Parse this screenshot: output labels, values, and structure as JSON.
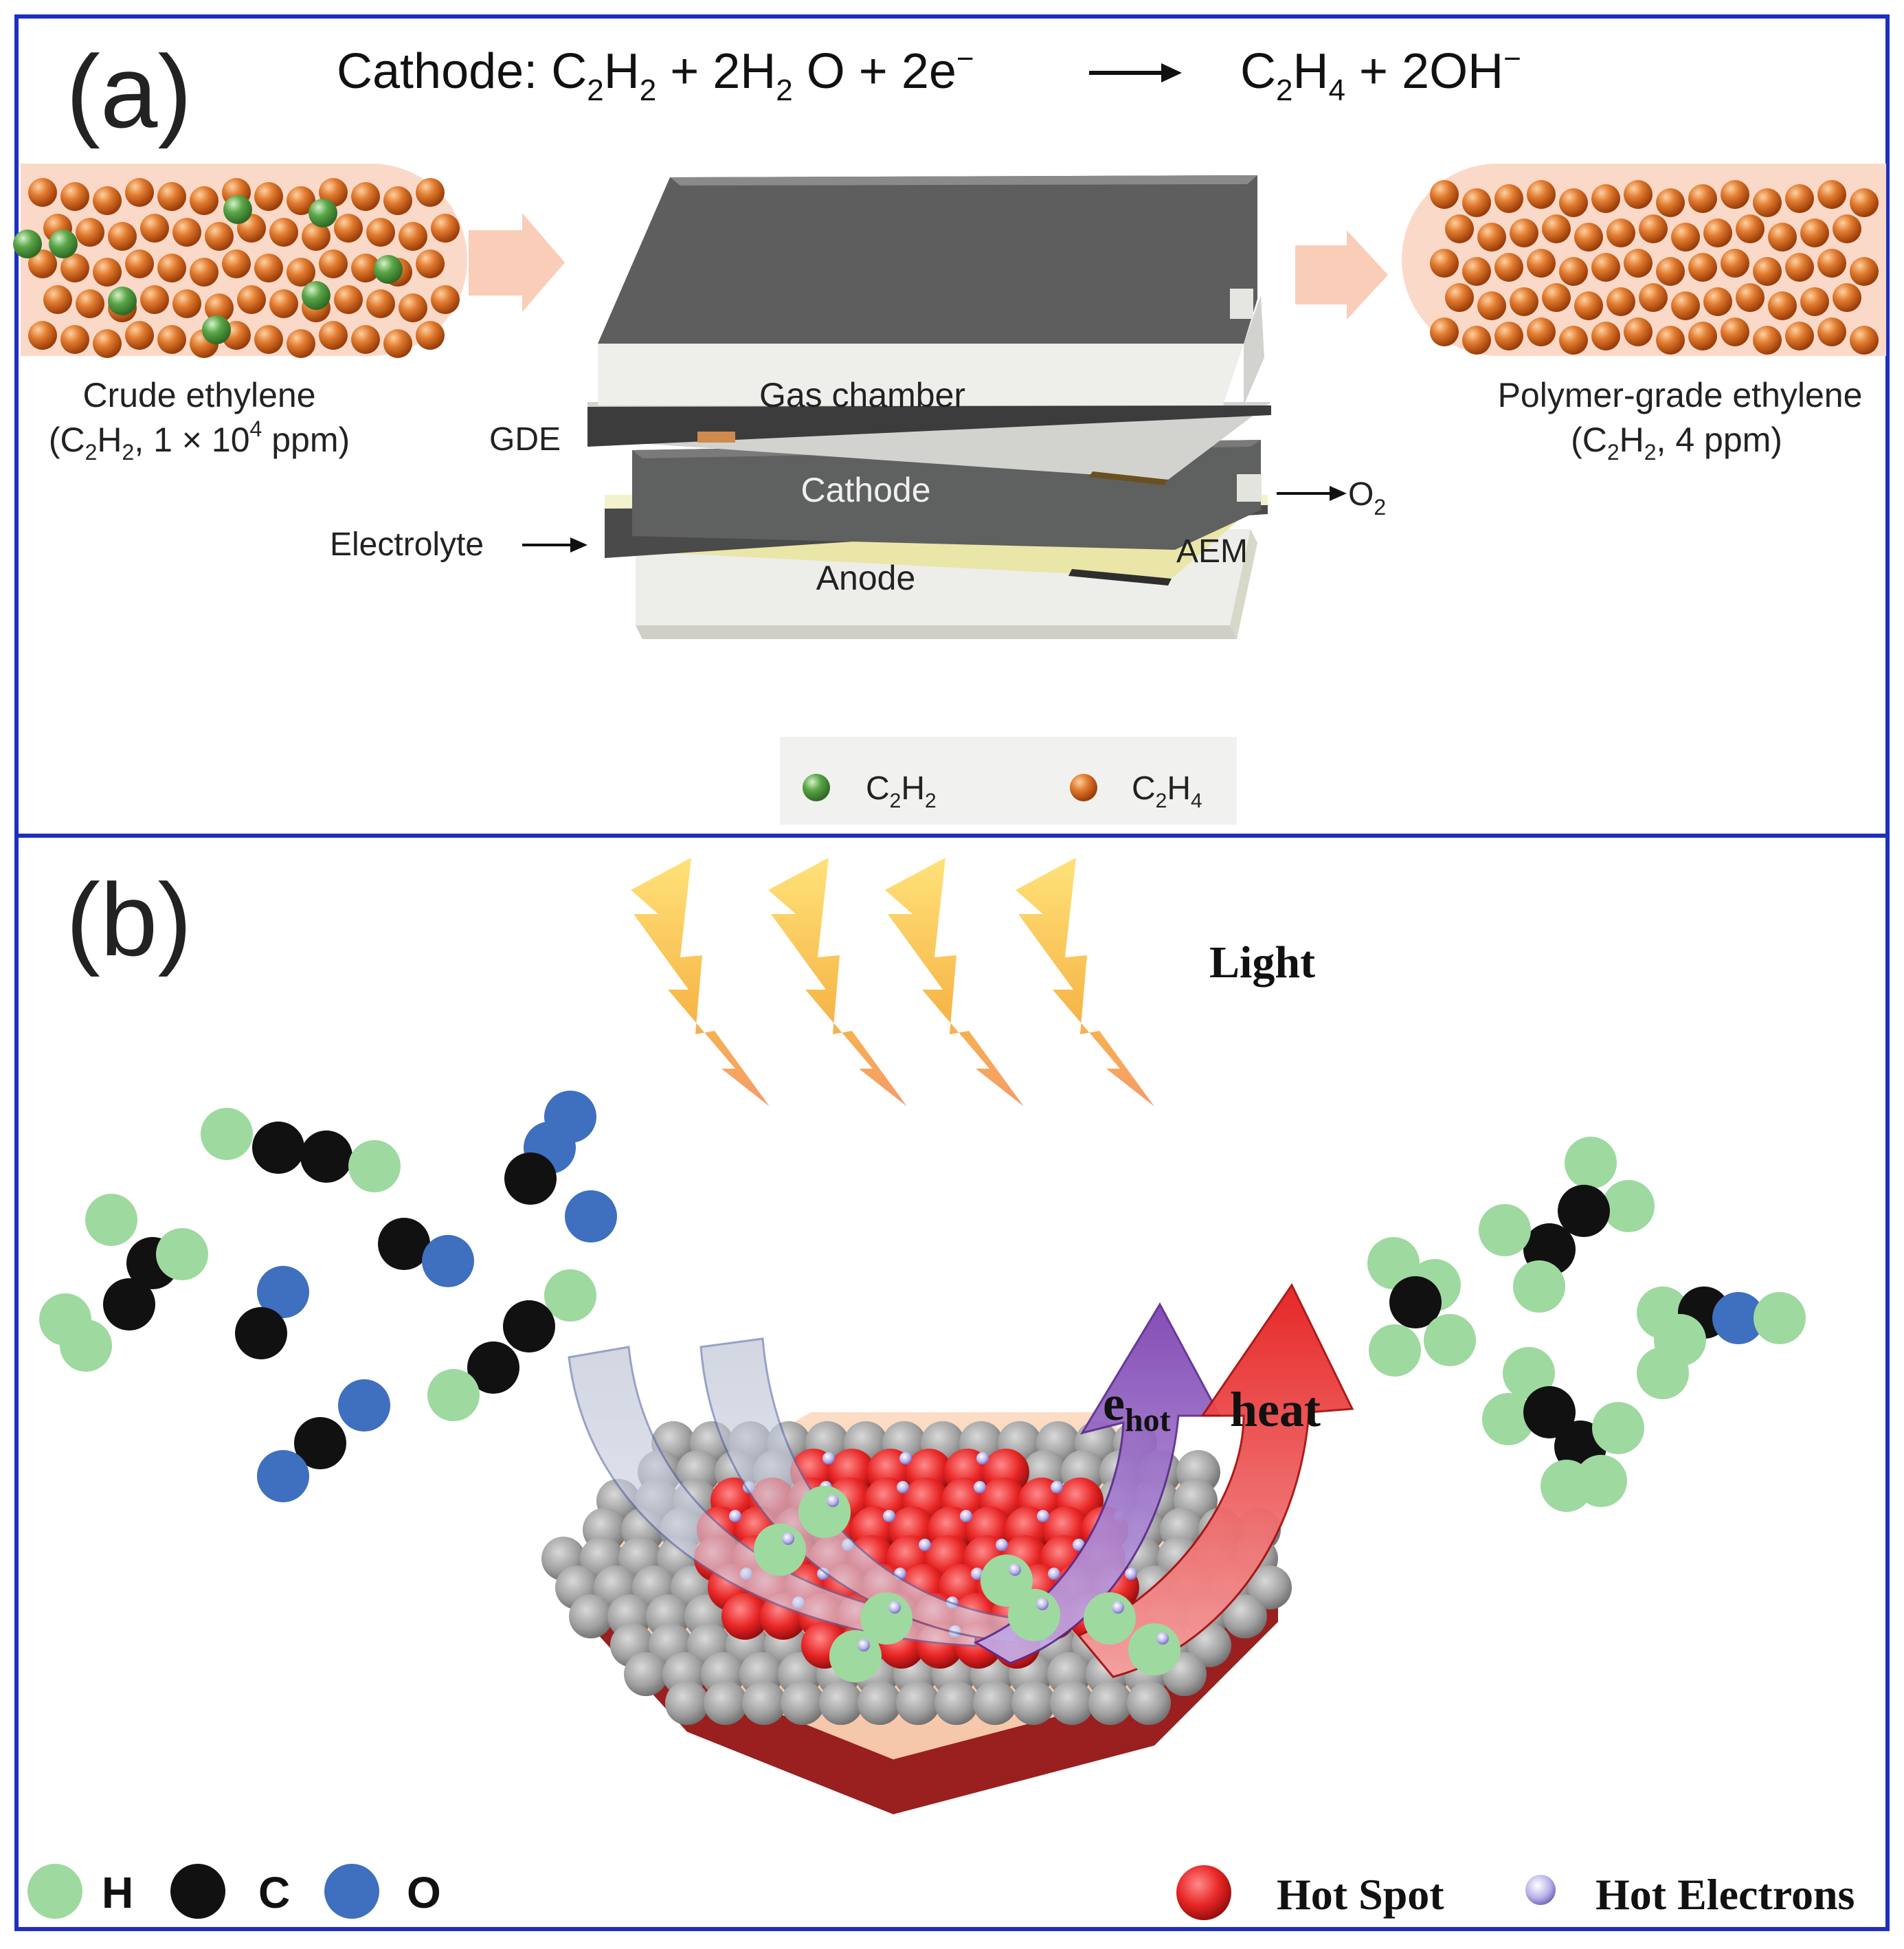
{
  "panel_a": {
    "label": "(a)",
    "equation": {
      "prefix": "Cathode: C",
      "s1": "2",
      "t1": "H",
      "s2": "2",
      "t2": " + 2H",
      "s3": "2",
      "t3": " O + 2e",
      "sup1": "−",
      "r1": "C",
      "s4": "2",
      "r2": "H",
      "s5": "4",
      "r3": " + 2OH",
      "sup2": "−"
    },
    "inlet": {
      "title": "Crude ethylene",
      "sub_open": "(C",
      "sub_2a": "2",
      "sub_h": "H",
      "sub_2b": "2",
      "sub_mid": ", 1 × 10",
      "sub_sup": "4",
      "sub_end": " ppm)"
    },
    "outlet": {
      "title": "Polymer-grade ethylene",
      "sub_open": "(C",
      "sub_2a": "2",
      "sub_h": "H",
      "sub_2b": "2",
      "sub_end": ", 4 ppm)"
    },
    "layers": {
      "gas_chamber": "Gas chamber",
      "cathode": "Cathode",
      "anode": "Anode",
      "gde": "GDE",
      "electrolyte": "Electrolyte",
      "aem": "AEM",
      "o2": "O",
      "o2_sub": "2"
    },
    "legend": {
      "item1": "C",
      "item1_s1": "2",
      "item1_h": "H",
      "item1_s2": "2",
      "item2": "C",
      "item2_s1": "2",
      "item2_h": "H",
      "item2_s2": "4"
    },
    "colors": {
      "green_ball": "#5aa548",
      "orange_ball": "#d2691e",
      "tube": "#fbd9c9",
      "arrow": "#f9cdb8"
    }
  },
  "panel_b": {
    "label": "(b)",
    "light": "Light",
    "e_hot": "e",
    "e_hot_sub": "hot",
    "heat": "heat",
    "legend": {
      "h": "H",
      "c": "C",
      "o": "O",
      "hot_spot": "Hot Spot",
      "hot_electrons": "Hot Electrons"
    },
    "colors": {
      "h_atom": "#9ed9a0",
      "c_atom": "#111111",
      "o_atom": "#3f6fbf",
      "hot_spot": "#e82525",
      "hot_electron": "#b8b2e8",
      "support": "#9a1f1f"
    }
  },
  "frame_color": "#1f2fbf"
}
